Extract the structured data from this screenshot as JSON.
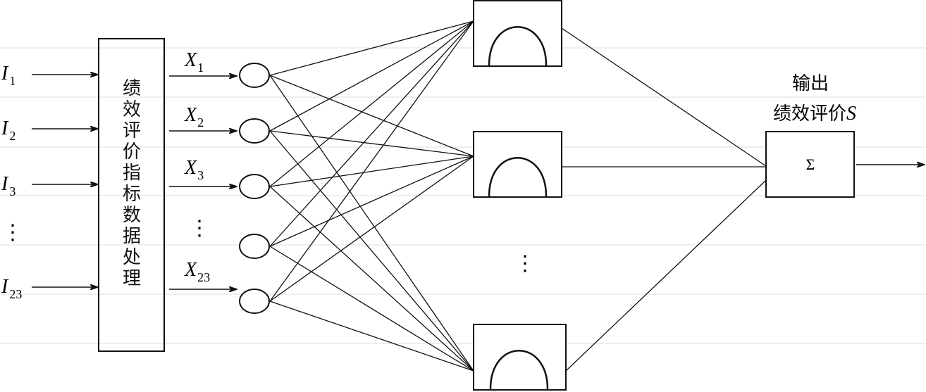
{
  "inputs": [
    {
      "letter": "I",
      "sub": "1"
    },
    {
      "letter": "I",
      "sub": "2"
    },
    {
      "letter": "I",
      "sub": "3"
    },
    {
      "letter": "⋮",
      "sub": ""
    },
    {
      "letter": "I",
      "sub": "23"
    }
  ],
  "processing_box": {
    "chars": [
      "绩",
      "效",
      "评",
      "价",
      "指",
      "标",
      "数",
      "据",
      "处",
      "理"
    ]
  },
  "outputs_x": [
    {
      "letter": "X",
      "sub": "1"
    },
    {
      "letter": "X",
      "sub": "2"
    },
    {
      "letter": "X",
      "sub": "3"
    },
    {
      "letter": "⋮",
      "sub": ""
    },
    {
      "letter": "X",
      "sub": "23"
    }
  ],
  "hidden_ellipsis": "⋮",
  "sum_box": {
    "symbol": "Σ"
  },
  "output_label": {
    "line1": "输出",
    "line2_text": "绩效评价",
    "line2_var": "S"
  }
}
